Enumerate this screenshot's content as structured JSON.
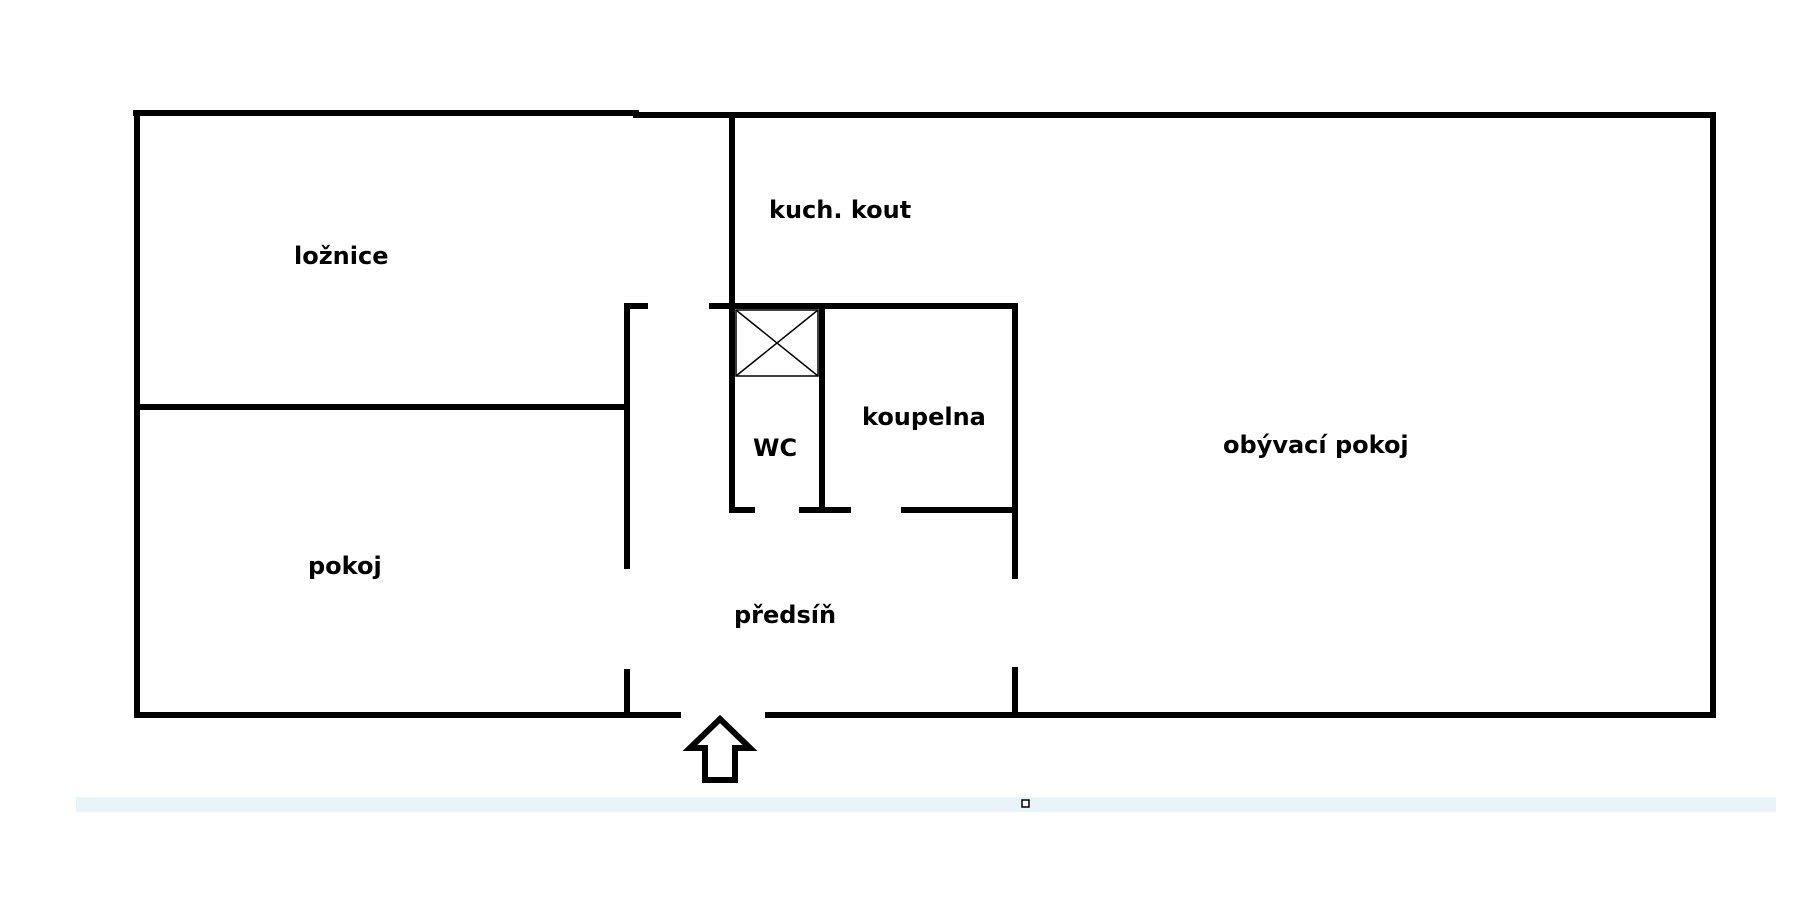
{
  "rooms": {
    "loznice": "ložnice",
    "kuchynsky_kout": "kuch. kout",
    "wc": "WC",
    "koupelna": "koupelna",
    "obyvaci_pokoj": "obývací pokoj",
    "pokoj": "pokoj",
    "predsin": "předsíň"
  },
  "icons": {
    "entrance": "entrance-arrow-icon",
    "shaft": "ventilation-shaft-icon"
  },
  "colors": {
    "wall": "#000000",
    "background": "#ffffff",
    "scrollbar_track": "#e9f3fa"
  }
}
